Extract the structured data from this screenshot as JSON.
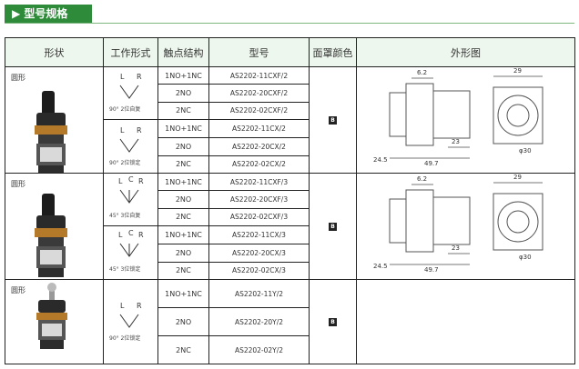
{
  "header": {
    "title": "▶ 型号规格"
  },
  "table": {
    "headers": [
      "形状",
      "工作形式",
      "触点结构",
      "型号",
      "面罩颜色",
      "外形图"
    ]
  },
  "groups": [
    {
      "shape": "圆形",
      "subgroups": [
        {
          "labels": [
            "L",
            "R"
          ],
          "caption": "90° 2位自复",
          "rows": [
            {
              "contact": "1NO+1NC",
              "model": "AS2202-11CXF/2"
            },
            {
              "contact": "2NO",
              "model": "AS2202-20CXF/2"
            },
            {
              "contact": "2NC",
              "model": "AS2202-02CXF/2"
            }
          ]
        },
        {
          "labels": [
            "L",
            "R"
          ],
          "caption": "90° 2位锁定",
          "rows": [
            {
              "contact": "1NO+1NC",
              "model": "AS2202-11CX/2"
            },
            {
              "contact": "2NO",
              "model": "AS2202-20CX/2"
            },
            {
              "contact": "2NC",
              "model": "AS2202-02CX/2"
            }
          ]
        }
      ],
      "color": "B",
      "dims": {
        "d1": "6.2",
        "d2": "29",
        "d3": "23",
        "d4": "φ30",
        "d5": "24.5",
        "d6": "49.7"
      }
    },
    {
      "shape": "圆形",
      "subgroups": [
        {
          "labels": [
            "L",
            "C",
            "R"
          ],
          "caption": "45° 3位自复",
          "rows": [
            {
              "contact": "1NO+1NC",
              "model": "AS2202-11CXF/3"
            },
            {
              "contact": "2NO",
              "model": "AS2202-20CXF/3"
            },
            {
              "contact": "2NC",
              "model": "AS2202-02CXF/3"
            }
          ]
        },
        {
          "labels": [
            "L",
            "C",
            "R"
          ],
          "caption": "45° 3位锁定",
          "rows": [
            {
              "contact": "1NO+1NC",
              "model": "AS2202-11CX/3"
            },
            {
              "contact": "2NO",
              "model": "AS2202-20CX/3"
            },
            {
              "contact": "2NC",
              "model": "AS2202-02CX/3"
            }
          ]
        }
      ],
      "color": "B",
      "dims": {
        "d1": "6.2",
        "d2": "29",
        "d3": "23",
        "d4": "φ30",
        "d5": "24.5",
        "d6": "49.7"
      }
    },
    {
      "shape": "圆形",
      "subgroups": [
        {
          "labels": [
            "L",
            "R"
          ],
          "caption": "90° 2位锁定",
          "rows": [
            {
              "contact": "1NO+1NC",
              "model": "AS2202-11Y/2"
            },
            {
              "contact": "2NO",
              "model": "AS2202-20Y/2"
            },
            {
              "contact": "2NC",
              "model": "AS2202-02Y/2"
            }
          ]
        }
      ],
      "color": "B"
    }
  ],
  "colors": {
    "banner": "#2e8b3a",
    "header_bg": "#eef7ee"
  }
}
